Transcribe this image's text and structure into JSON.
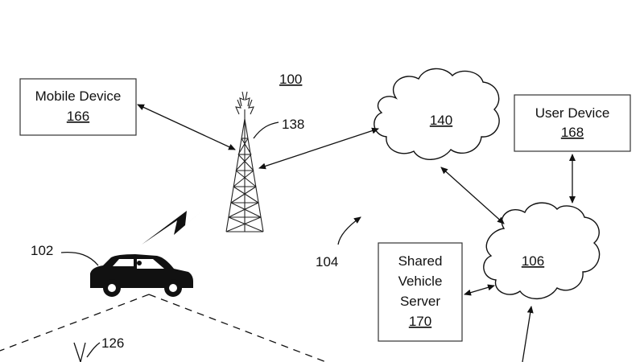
{
  "figure": {
    "number": "100",
    "network_label": "104"
  },
  "mobile_device": {
    "name": "Mobile Device",
    "ref": "166"
  },
  "user_device": {
    "name": "User Device",
    "ref": "168"
  },
  "server": {
    "line1": "Shared",
    "line2": "Vehicle",
    "line3": "Server",
    "ref": "170"
  },
  "tower": {
    "ref": "138"
  },
  "cloud_upper": {
    "ref": "140"
  },
  "cloud_lower": {
    "ref": "106"
  },
  "vehicle": {
    "ref": "102"
  },
  "antenna": {
    "ref": "126"
  }
}
